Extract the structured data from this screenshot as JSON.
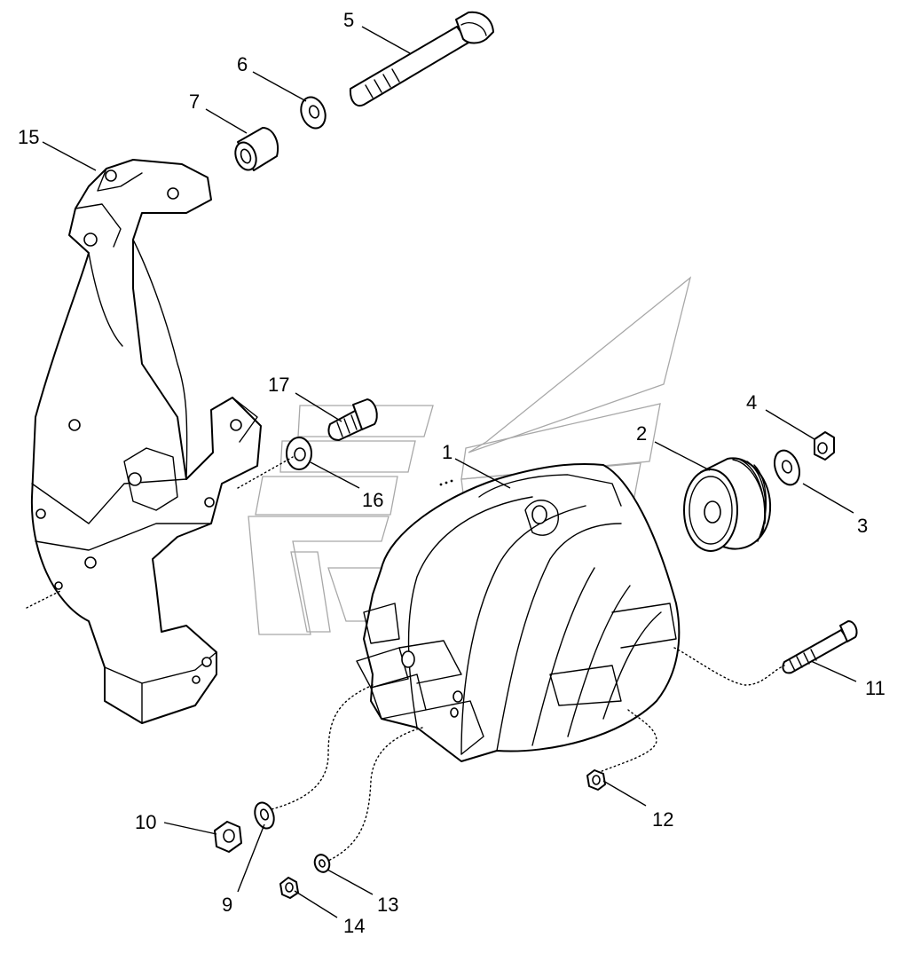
{
  "figure": {
    "callouts": [
      {
        "id": "1",
        "text": "1"
      },
      {
        "id": "2",
        "text": "2"
      },
      {
        "id": "3",
        "text": "3"
      },
      {
        "id": "4",
        "text": "4"
      },
      {
        "id": "5",
        "text": "5"
      },
      {
        "id": "6",
        "text": "6"
      },
      {
        "id": "7",
        "text": "7"
      },
      {
        "id": "9",
        "text": "9"
      },
      {
        "id": "10",
        "text": "10"
      },
      {
        "id": "11",
        "text": "11"
      },
      {
        "id": "12",
        "text": "12"
      },
      {
        "id": "13",
        "text": "13"
      },
      {
        "id": "14",
        "text": "14"
      },
      {
        "id": "15",
        "text": "15"
      },
      {
        "id": "16",
        "text": "16"
      },
      {
        "id": "17",
        "text": "17"
      }
    ],
    "colors": {
      "line": "#000000",
      "background": "#ffffff",
      "watermark": "#a8a8a8"
    }
  }
}
